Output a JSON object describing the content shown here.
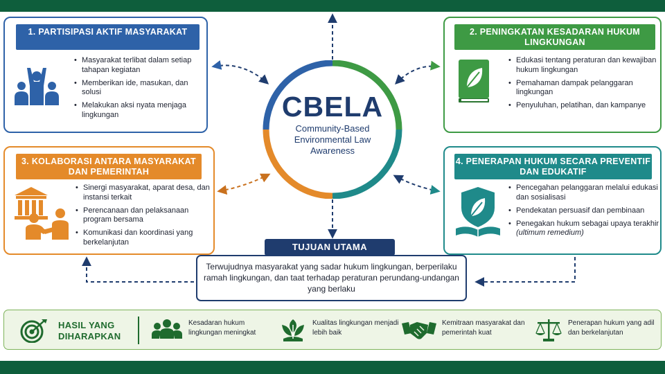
{
  "center": {
    "title": "CBELA",
    "subtitle": "Community-Based Environmental Law Awareness"
  },
  "panels": [
    {
      "title": "1. PARTISIPASI AKTIF MASYARAKAT",
      "icon": "people-raising-hands-icon",
      "color": "#2e62a8",
      "items": [
        "Masyarakat terlibat dalam setiap tahapan kegiatan",
        "Memberikan ide, masukan, dan solusi",
        "Melakukan aksi nyata menjaga lingkungan"
      ]
    },
    {
      "title": "2. PENINGKATAN KESADARAN HUKUM LINGKUNGAN",
      "icon": "leaf-book-icon",
      "color": "#3e9a44",
      "items": [
        "Edukasi tentang peraturan dan kewajiban hukum lingkungan",
        "Pemahaman dampak pelanggaran lingkungan",
        "Penyuluhan, pelatihan, dan kampanye"
      ]
    },
    {
      "title": "3. KOLABORASI ANTARA MASYARAKAT DAN PEMERINTAH",
      "icon": "government-handshake-icon",
      "color": "#e48a2a",
      "items": [
        "Sinergi masyarakat, aparat desa, dan instansi terkait",
        "Perencanaan dan pelaksanaan program bersama",
        "Komunikasi dan koordinasi yang berkelanjutan"
      ]
    },
    {
      "title": "4. PENERAPAN HUKUM SECARA PREVENTIF DAN EDUKATIF",
      "icon": "shield-leaf-book-icon",
      "color": "#1f8a8a",
      "items": [
        "Pencegahan pelanggaran melalui edukasi dan sosialisasi",
        "Pendekatan persuasif dan pembinaan",
        "Penegakan hukum sebagai upaya terakhir",
        "(ultimum remedium)"
      ]
    }
  ],
  "tujuan": {
    "label": "TUJUAN UTAMA",
    "text": "Terwujudnya masyarakat yang sadar hukum lingkungan, berperilaku ramah lingkungan, dan taat terhadap peraturan perundang-undangan yang berlaku"
  },
  "hasil": {
    "title": "HASIL YANG DIHARAPKAN",
    "icon": "target-icon",
    "items": [
      {
        "icon": "group-people-icon",
        "text": "Kesadaran hukum lingkungan meningkat"
      },
      {
        "icon": "plant-leaves-icon",
        "text": "Kualitas lingkungan menjadi lebih baik"
      },
      {
        "icon": "handshake-icon",
        "text": "Kemitraan masyarakat dan pemerintah kuat"
      },
      {
        "icon": "scales-of-justice-icon",
        "text": "Penerapan hukum yang adil dan berkelanjutan"
      }
    ]
  },
  "colors": {
    "navy": "#1f3c6e",
    "band": "#0e5e3c",
    "hasil_bg": "#eef5e6"
  }
}
